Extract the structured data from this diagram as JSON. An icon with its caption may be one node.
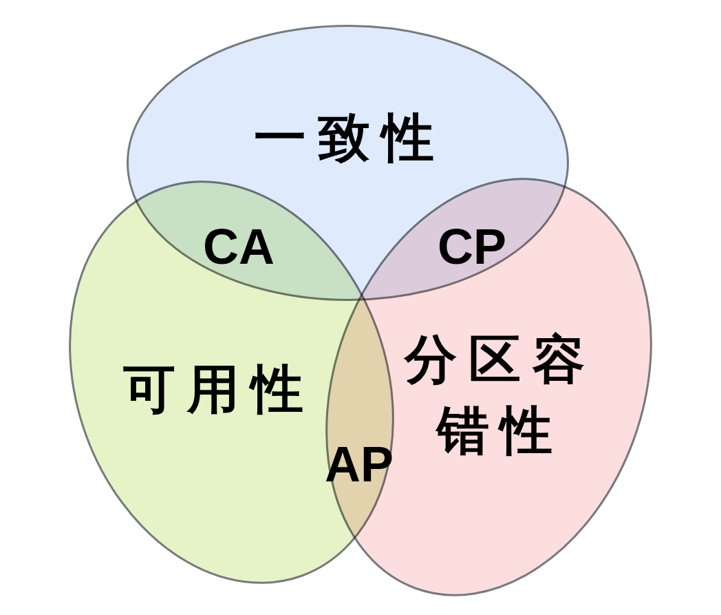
{
  "diagram": {
    "nodes": [
      {
        "text": [
          "一致性"
        ]
      },
      {
        "text": [
          "可用性"
        ]
      },
      {
        "text": [
          "分区容错性"
        ]
      }
    ],
    "labels": [
      "CA",
      "CP",
      "AP"
    ]
  }
}
